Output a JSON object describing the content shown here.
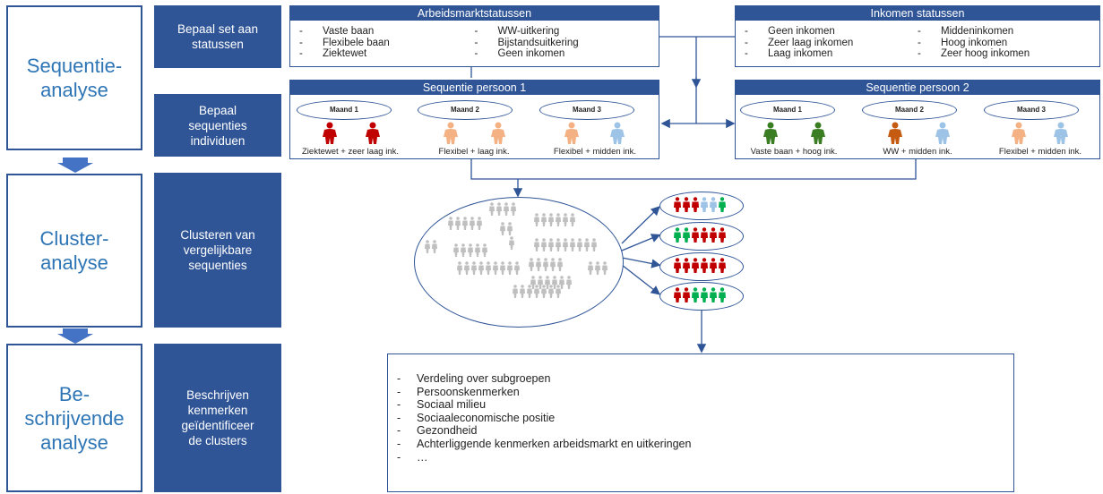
{
  "phases": [
    "Sequentie-\nanalyse",
    "Cluster-\nanalyse",
    "Be-\nschrijvende\nanalyse"
  ],
  "steps": [
    "Bepaal set aan\nstatussen",
    "Bepaal\nsequenties\nindividuen",
    "Clusteren van\nvergelijkbare\nsequenties",
    "Beschrijven\nkenmerken\ngeïdentificeer\nde clusters"
  ],
  "labor_status": {
    "title": "Arbeidsmarktstatussen",
    "col1": [
      "Vaste baan",
      "Flexibele baan",
      "Ziektewet"
    ],
    "col2": [
      "WW-uitkering",
      "Bijstandsuitkering",
      "Geen inkomen"
    ]
  },
  "income_status": {
    "title": "Inkomen statussen",
    "col1": [
      "Geen inkomen",
      "Zeer laag inkomen",
      "Laag inkomen"
    ],
    "col2": [
      "Middeninkomen",
      "Hoog inkomen",
      "Zeer hoog inkomen"
    ]
  },
  "person1": {
    "title": "Sequentie persoon 1",
    "months": [
      "Maand 1",
      "Maand 2",
      "Maand 3"
    ],
    "captions": [
      "Ziektewet + zeer laag ink.",
      "Flexibel + laag ink.",
      "Flexibel + midden ink."
    ]
  },
  "person2": {
    "title": "Sequentie persoon 2",
    "months": [
      "Maand 1",
      "Maand 2",
      "Maand 3"
    ],
    "captions": [
      "Vaste baan + hoog ink.",
      "WW + midden ink.",
      "Flexibel + midden ink."
    ]
  },
  "description_items": [
    "Verdeling over subgroepen",
    "Persoonskenmerken",
    "Sociaal milieu",
    "Sociaaleconomische positie",
    "Gezondheid",
    "Achterliggende kenmerken arbeidsmarkt en uitkeringen",
    "…"
  ],
  "colors": {
    "dark_blue": "#2f5597",
    "light_blue": "#2e75b6",
    "red": "#c00000",
    "peach": "#f4b183",
    "sky": "#9dc3e6",
    "green": "#3a7d22",
    "bright_green": "#00b050",
    "orange": "#c55a11",
    "grey": "#bfbfbf"
  }
}
